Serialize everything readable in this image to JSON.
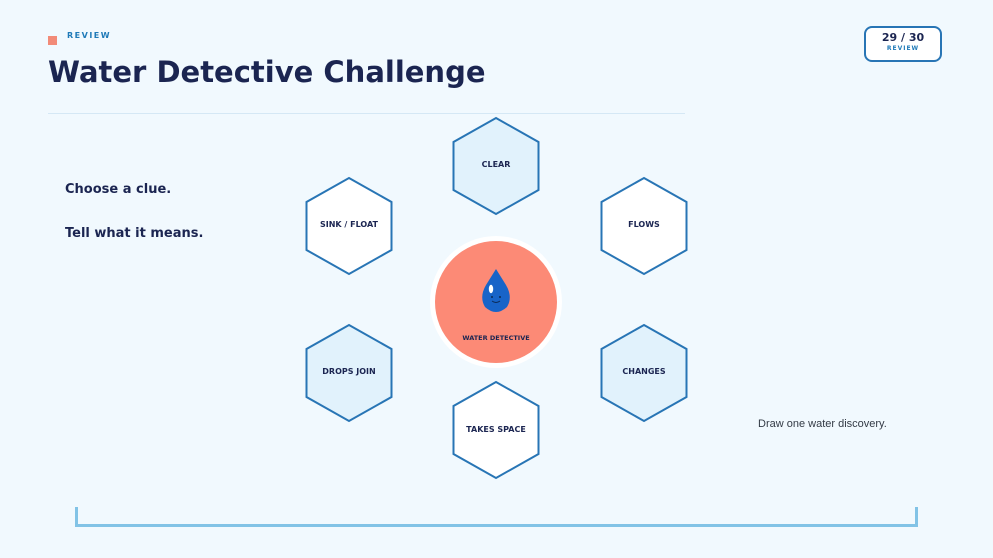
{
  "header": {
    "section_label": "REVIEW",
    "title": "Water Detective Challenge"
  },
  "page_counter": {
    "number": "29 / 30",
    "status": "REVIEW"
  },
  "instructions": [
    "Choose a clue.",
    "Tell what it means."
  ],
  "diagram": {
    "center_label": "WATER DETECTIVE",
    "clues": [
      {
        "label": "CLEAR",
        "filled": true
      },
      {
        "label": "FLOWS",
        "filled": false
      },
      {
        "label": "CHANGES",
        "filled": true
      },
      {
        "label": "TAKES SPACE",
        "filled": false
      },
      {
        "label": "DROPS JOIN",
        "filled": true
      },
      {
        "label": "SINK / FLOAT",
        "filled": false
      }
    ]
  },
  "side_note": "Draw one water discovery.",
  "colors": {
    "background": "#f1f9fe",
    "accent_blue": "#2875b5",
    "hex_fill_light": "#e1f2fc",
    "hex_fill_white": "#ffffff",
    "center_coral": "#fc8a76",
    "marker_coral": "#f28b78",
    "title_navy": "#1b2551",
    "drop_blue": "#1864c8"
  },
  "icons": {
    "center": "water-drop-face-icon"
  }
}
